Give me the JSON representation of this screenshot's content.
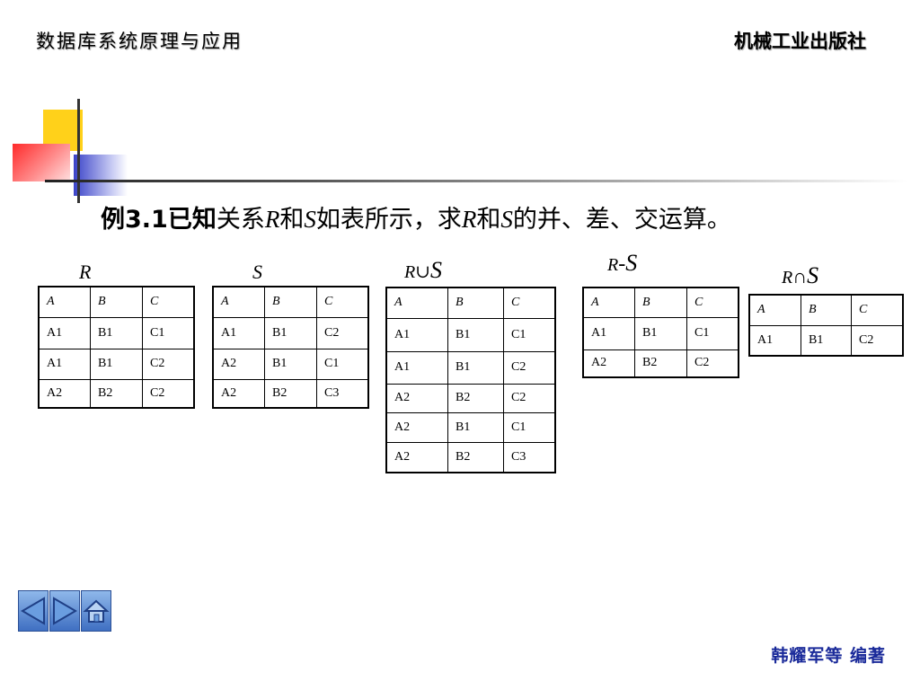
{
  "header": {
    "title": "数据库系统原理与应用",
    "publisher": "机械工业出版社"
  },
  "footer": {
    "authors": "韩耀军等  编著"
  },
  "headline": {
    "example_label": "例3.1已知",
    "part1": "关系",
    "R": "R",
    "and1": "和",
    "S": "S",
    "part2": "如表所示，求",
    "R2": "R",
    "and2": "和",
    "S2": "S",
    "part3": "的并、差、交运算。"
  },
  "tables": [
    {
      "label": "R",
      "columns": [
        "A",
        "B",
        "C"
      ],
      "rows": [
        [
          "A1",
          "B1",
          "C1"
        ],
        [
          "A1",
          "B1",
          "C2"
        ],
        [
          "A2",
          "B2",
          "C2"
        ]
      ]
    },
    {
      "label": "S",
      "columns": [
        "A",
        "B",
        "C"
      ],
      "rows": [
        [
          "A1",
          "B1",
          "C2"
        ],
        [
          "A2",
          "B1",
          "C1"
        ],
        [
          "A2",
          "B2",
          "C3"
        ]
      ]
    },
    {
      "label_a": "R",
      "label_op": "∪",
      "label_b": "S",
      "columns": [
        "A",
        "B",
        "C"
      ],
      "rows": [
        [
          "A1",
          "B1",
          "C1"
        ],
        [
          "A1",
          "B1",
          "C2"
        ],
        [
          "A2",
          "B2",
          "C2"
        ],
        [
          "A2",
          "B1",
          "C1"
        ],
        [
          "A2",
          "B2",
          "C3"
        ]
      ]
    },
    {
      "label_a": "R",
      "label_op": "-",
      "label_b": "S",
      "columns": [
        "A",
        "B",
        "C"
      ],
      "rows": [
        [
          "A1",
          "B1",
          "C1"
        ],
        [
          "A2",
          "B2",
          "C2"
        ]
      ]
    },
    {
      "label_a": "R",
      "label_op": "∩",
      "label_b": "S",
      "columns": [
        "A",
        "B",
        "C"
      ],
      "rows": [
        [
          "A1",
          "B1",
          "C2"
        ]
      ]
    }
  ],
  "nav": {
    "prev_icon": "triangle-left-icon",
    "next_icon": "triangle-right-icon",
    "home_icon": "home-icon"
  }
}
